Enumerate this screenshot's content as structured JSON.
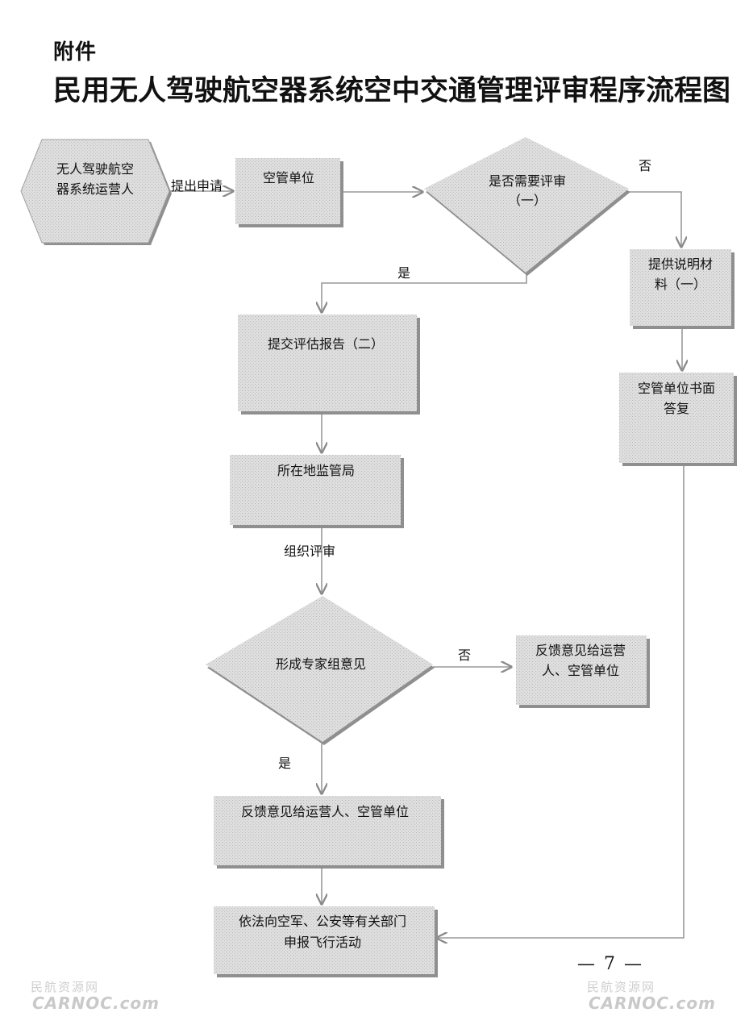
{
  "header": {
    "attachment_label": "附件",
    "title": "民用无人驾驶航空器系统空中交通管理评审程序流程图"
  },
  "nodes": {
    "operator": [
      "无人驾驶航空",
      "器系统运营人"
    ],
    "atc_unit": [
      "空管单位"
    ],
    "need_review": [
      "是否需要评审",
      "（一）"
    ],
    "provide_materials": [
      "提供说明材",
      "料（一）"
    ],
    "submit_report": [
      "提交评估报告（二）"
    ],
    "atc_written_reply": [
      "空管单位书面",
      "答复"
    ],
    "regional_bureau": [
      "所在地监管局"
    ],
    "expert_opinion": [
      "形成专家组意见"
    ],
    "feedback_no": [
      "反馈意见给运营",
      "人、空管单位"
    ],
    "feedback_yes": [
      "反馈意见给运营人、空管单位"
    ],
    "declare_flight": [
      "依法向空军、公安等有关部门",
      "申报飞行活动"
    ]
  },
  "edge_labels": {
    "submit_application": "提出申请",
    "no_1": "否",
    "yes_1": "是",
    "organize_review": "组织评审",
    "no_2": "否",
    "yes_2": "是"
  },
  "footer": {
    "page_number": "— 7 —",
    "watermark_left_cn": "民航资源网",
    "watermark_left_en": "CARNOC.com",
    "watermark_right_cn": "民航资源网",
    "watermark_right_en": "CARNOC.com"
  },
  "colors": {
    "box_fill": "#dcdcdc",
    "shadow": "#8a8a8a",
    "line": "#9a9a9a"
  }
}
